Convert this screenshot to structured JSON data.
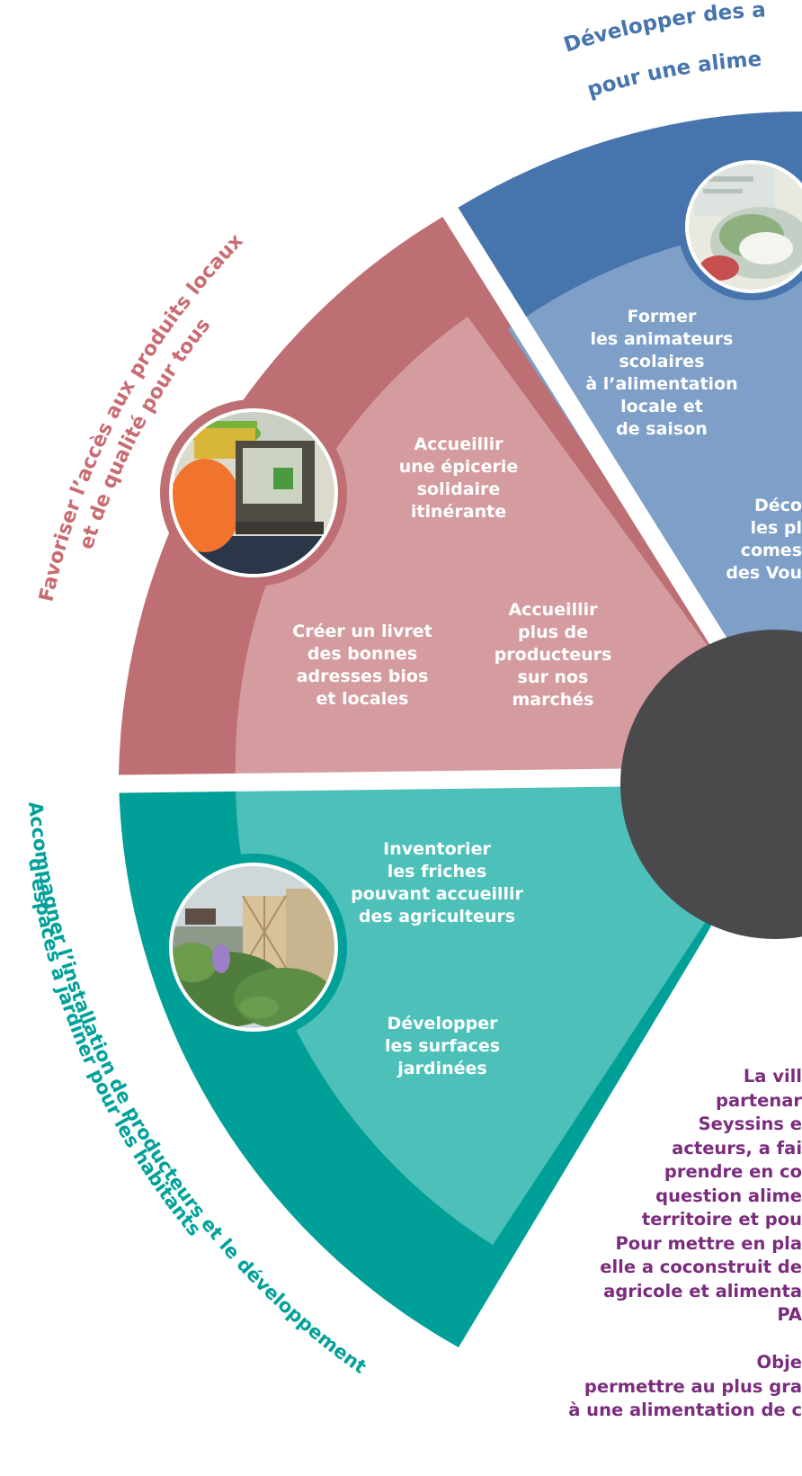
{
  "colors": {
    "blue_dark": "#4674ad",
    "blue_light": "#7e9fc8",
    "red_dark": "#bd6f73",
    "red_light": "#d59ca0",
    "teal_dark": "#009f98",
    "teal_light": "#4dc1b9",
    "center": "#4a4a4c",
    "purple_text": "#7b2c7e"
  },
  "sections": {
    "blue": {
      "title_lines": [
        "Développer des a",
        "pour une alime"
      ],
      "actions": [
        {
          "lines": [
            "Former",
            "les animateurs",
            "scolaires",
            "à l’alimentation",
            "locale et",
            "de saison"
          ]
        },
        {
          "lines": [
            "Déco",
            "les pl",
            "comes",
            "des Vou"
          ]
        }
      ]
    },
    "red": {
      "title_lines": [
        "Favoriser l’accès aux produits locaux",
        "et de qualité pour tous"
      ],
      "actions": [
        {
          "lines": [
            "Accueillir",
            "une épicerie",
            "solidaire",
            "itinérante"
          ]
        },
        {
          "lines": [
            "Créer un livret",
            "des bonnes",
            "adresses bios",
            "et locales"
          ]
        },
        {
          "lines": [
            "Accueillir",
            "plus de",
            "producteurs",
            "sur nos",
            "marchés"
          ]
        }
      ]
    },
    "teal": {
      "title_lines": [
        "Accompagner l’installation de producteurs et le développement",
        "d’espaces à jardiner pour les habitants"
      ],
      "actions": [
        {
          "lines": [
            "Inventorier",
            "les friches",
            "pouvant accueillir",
            "des agriculteurs"
          ]
        },
        {
          "lines": [
            "Développer",
            "les surfaces",
            "jardinées"
          ]
        }
      ]
    }
  },
  "intro_lines": [
    "La vill",
    "partenar",
    "Seyssins e",
    "acteurs, a fai",
    "prendre en co",
    "question alime",
    "territoire et pou",
    "Pour mettre en pla",
    "elle a coconstruit de",
    "agricole et alimenta",
    "PA",
    "",
    "Obje",
    "permettre au plus gra",
    "à une alimentation de c"
  ]
}
